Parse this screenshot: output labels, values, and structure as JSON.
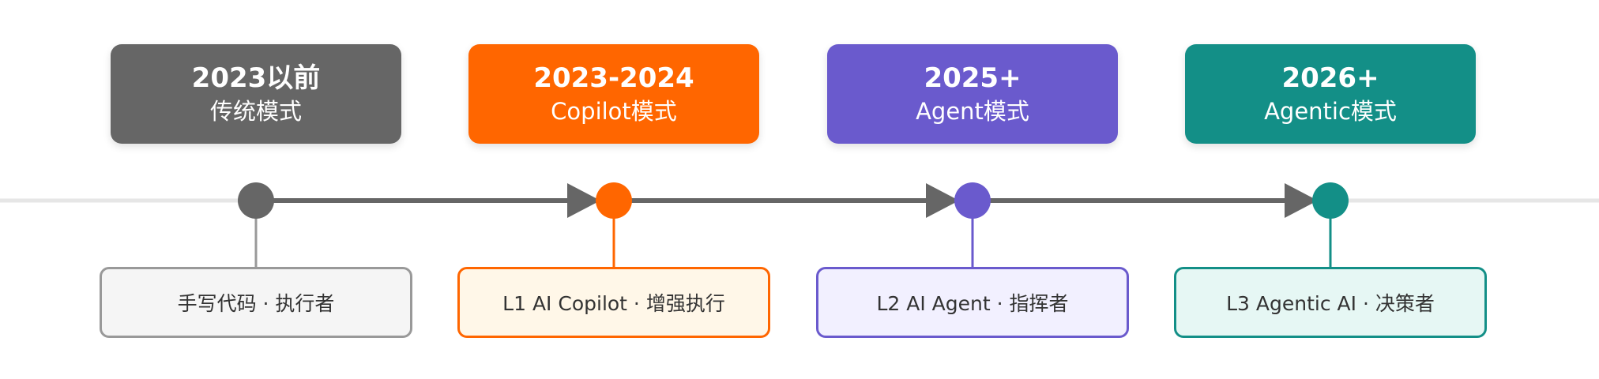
{
  "colors": {
    "axis": "#e6e6e6",
    "arrow": "#666666",
    "gray": "#666666",
    "orange": "#ff6600",
    "purple": "#6a5acd",
    "teal": "#138f87"
  },
  "stages": [
    {
      "year": "2023以前",
      "mode": "传统模式",
      "level_label": "手写代码 · 执行者",
      "color": "#666666",
      "level_bg": "#f5f5f5",
      "level_border": "#999999"
    },
    {
      "year": "2023-2024",
      "mode": "Copilot模式",
      "level_label": "L1 AI Copilot · 增强执行",
      "color": "#ff6600",
      "level_bg": "#fff7e8",
      "level_border": "#ff6600"
    },
    {
      "year": "2025+",
      "mode": "Agent模式",
      "level_label": "L2 AI Agent · 指挥者",
      "color": "#6a5acd",
      "level_bg": "#f2f0ff",
      "level_border": "#6a5acd"
    },
    {
      "year": "2026+",
      "mode": "Agentic模式",
      "level_label": "L3 Agentic AI · 决策者",
      "color": "#138f87",
      "level_bg": "#e6f7f4",
      "level_border": "#138f87"
    }
  ]
}
